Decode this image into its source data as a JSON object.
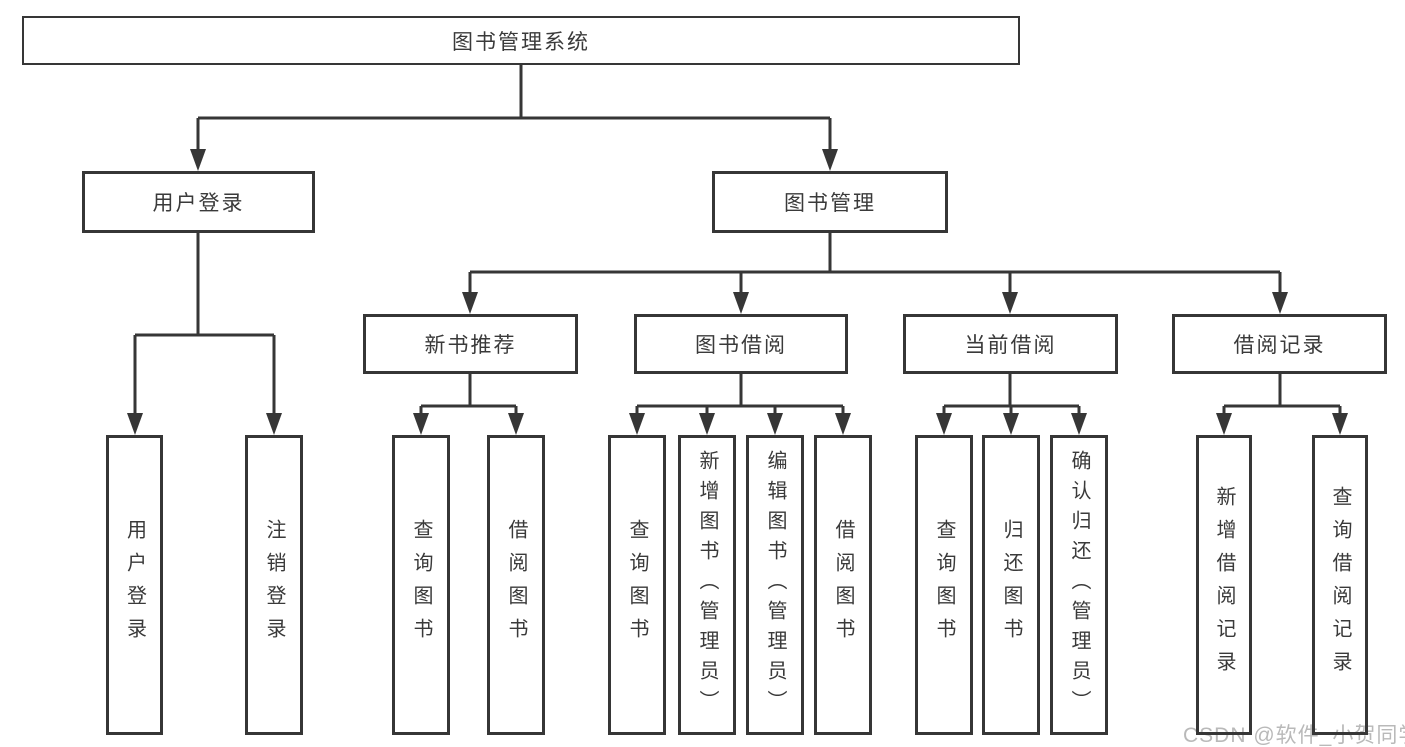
{
  "diagram": {
    "root": {
      "label": "图书管理系统"
    },
    "level2": {
      "user_login": {
        "label": "用户登录"
      },
      "book_mgmt": {
        "label": "图书管理"
      }
    },
    "level3": {
      "new_books": {
        "label": "新书推荐"
      },
      "book_borrow": {
        "label": "图书借阅"
      },
      "current_borrow": {
        "label": "当前借阅"
      },
      "borrow_records": {
        "label": "借阅记录"
      }
    },
    "leaves": {
      "user_login": [
        "用户登录",
        "注销登录"
      ],
      "new_books": [
        "查询图书",
        "借阅图书"
      ],
      "book_borrow": [
        "查询图书",
        "新增图书（管理员）",
        "编辑图书（管理员）",
        "借阅图书"
      ],
      "current_borrow": [
        "查询图书",
        "归还图书",
        "确认归还（管理员）"
      ],
      "borrow_records": [
        "新增借阅记录",
        "查询借阅记录"
      ]
    }
  },
  "watermark": "CSDN @软件_小贺同学",
  "colors": {
    "line": "#363636",
    "box_border": "#363636",
    "text": "#3a3a3a",
    "watermark": "#b9b9b9",
    "background": "#ffffff"
  }
}
